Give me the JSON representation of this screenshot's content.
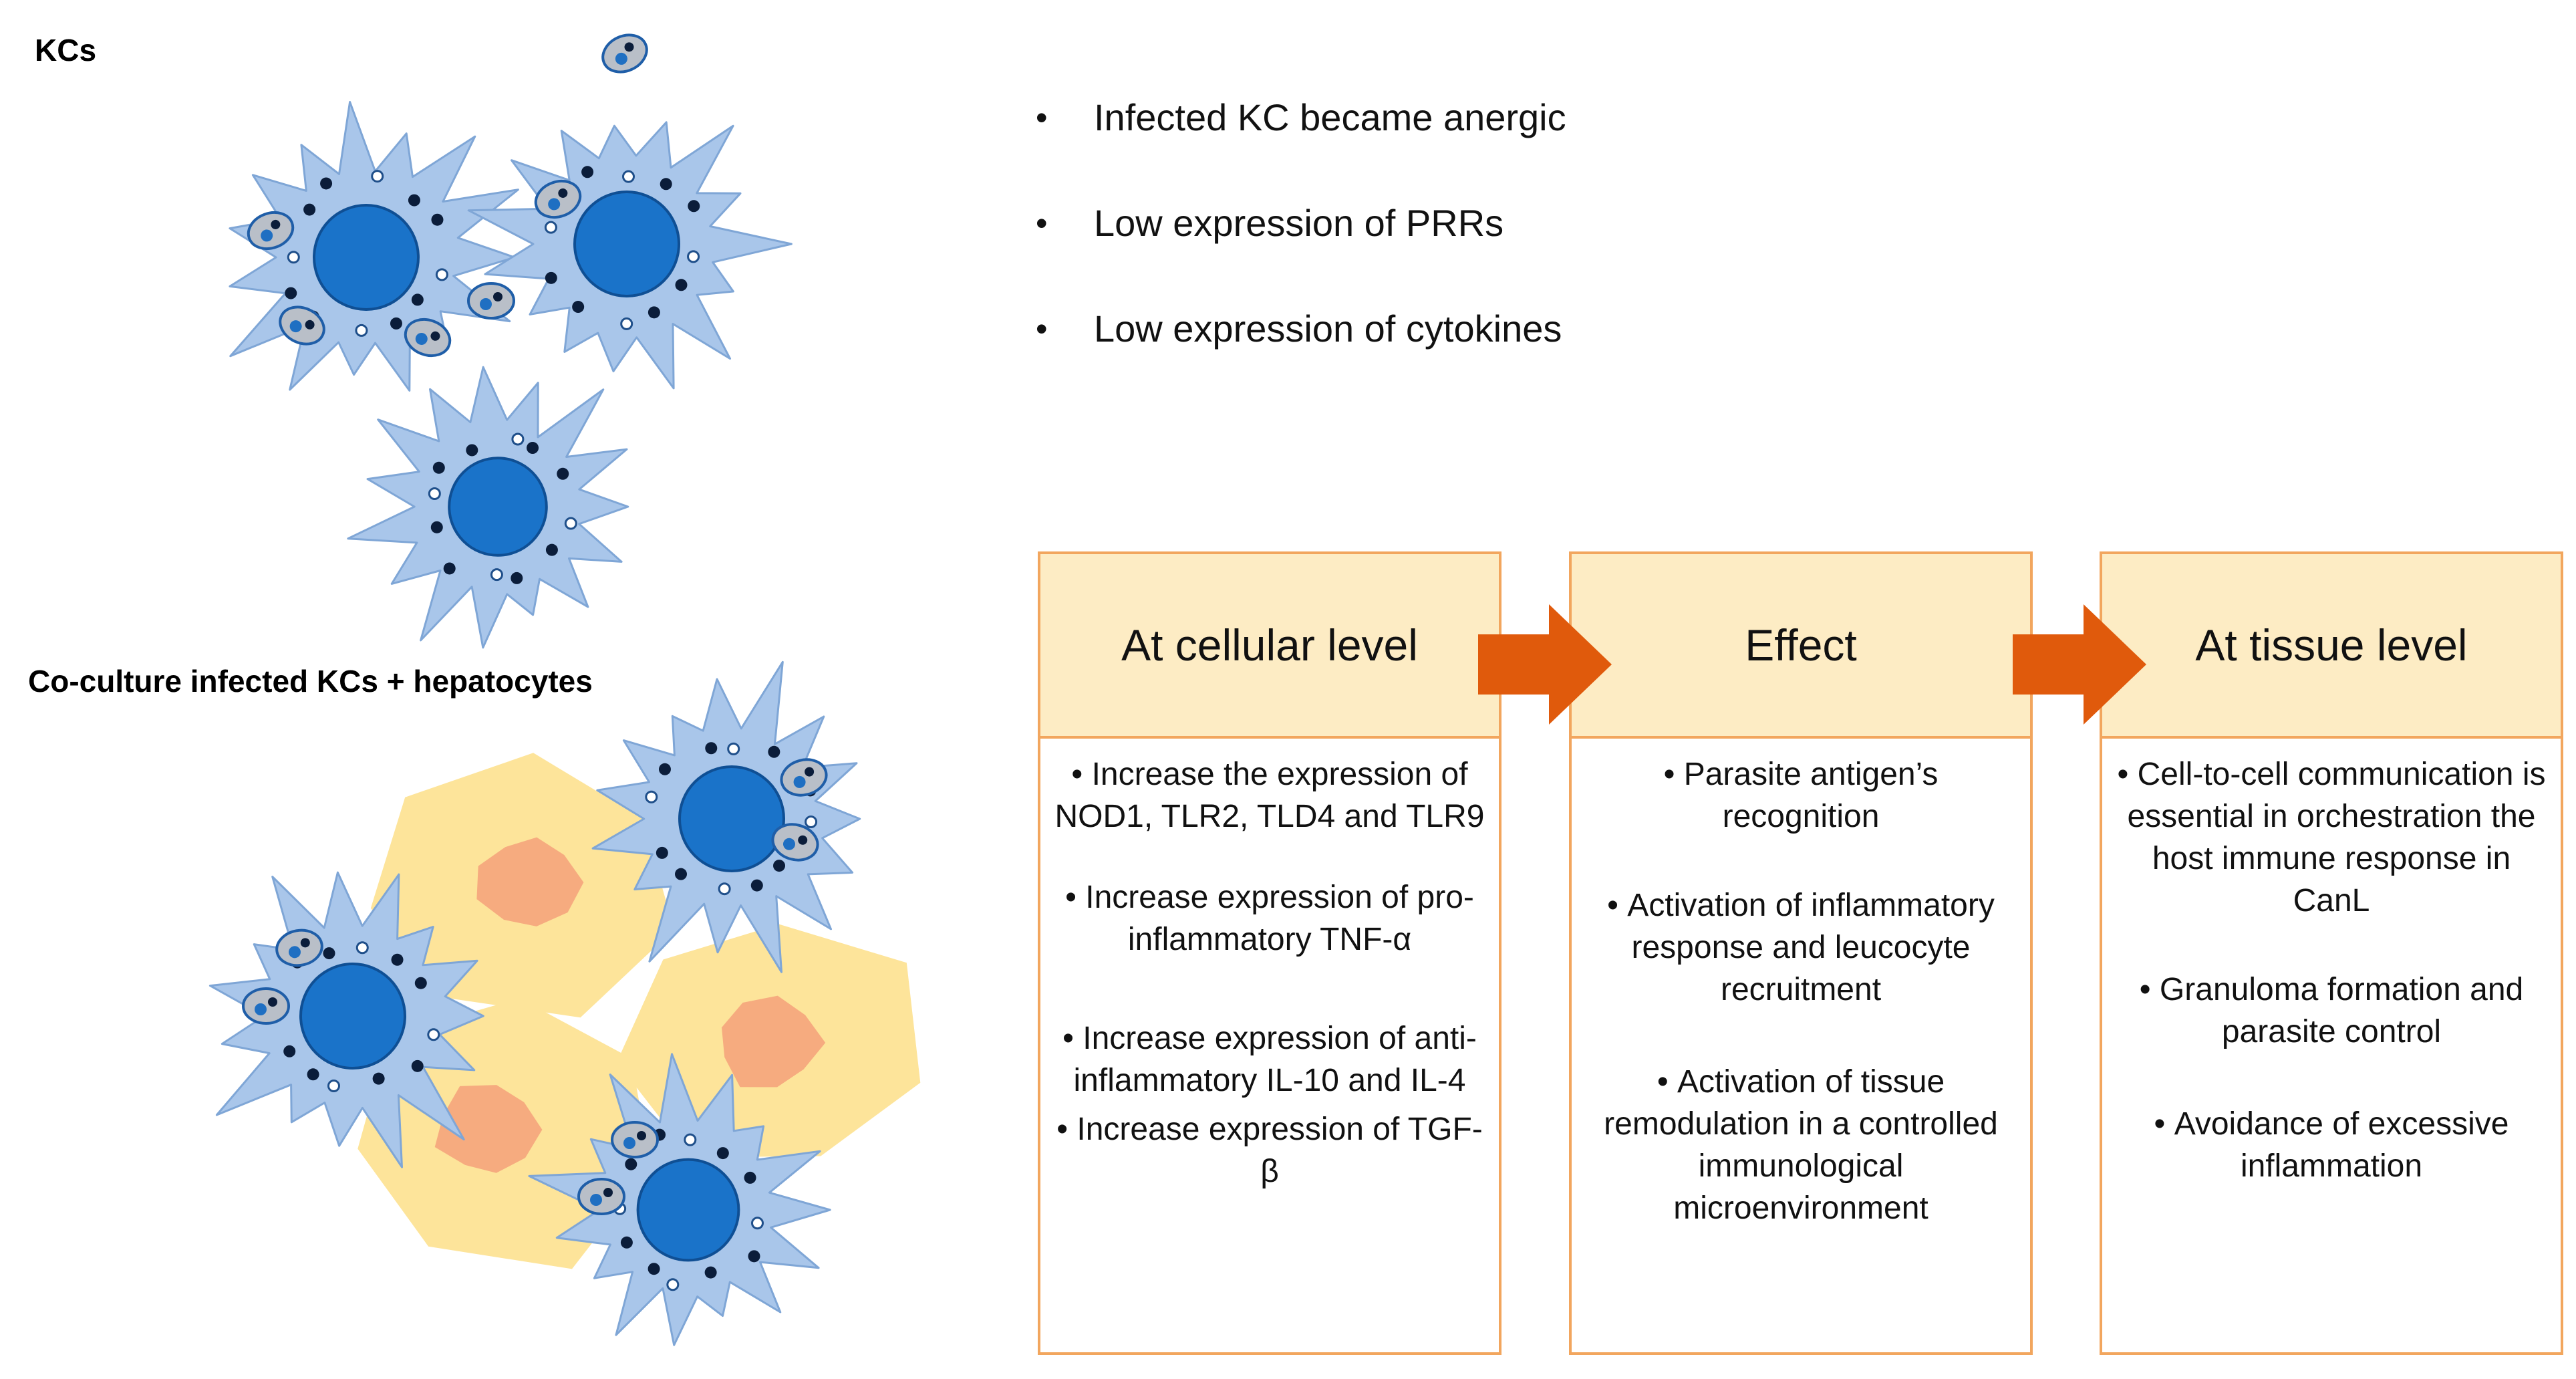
{
  "labels": {
    "top_panel": "KCs",
    "bottom_panel": "Co-culture infected KCs + hepatocytes"
  },
  "bullets": [
    "Infected KC became anergic",
    "Low expression of PRRs",
    "Low expression of cytokines"
  ],
  "flow": [
    {
      "title": "At cellular level",
      "items": [
        "Increase the expression of  NOD1, TLR2, TLD4 and TLR9",
        "Increase expression of pro-inflammatory TNF-α",
        "Increase expression of anti-inflammatory IL-10 and IL-4",
        "Increase expression of TGF-β"
      ]
    },
    {
      "title": "Effect",
      "items": [
        "Parasite antigen’s recognition",
        "Activation of inflammatory response and leucocyte recruitment",
        "Activation of tissue remodulation in a controlled immunological microenvironment"
      ]
    },
    {
      "title": "At tissue level",
      "items": [
        "Cell-to-cell communication is essential in orchestration the host immune response in CanL",
        "Granuloma formation and parasite control",
        "Avoidance of excessive inflammation"
      ]
    }
  ],
  "colors": {
    "cell_body": "#a9c6ea",
    "cell_outline": "#7fa6d6",
    "nucleus": "#1a73c9",
    "nucleus_outline": "#0f4f94",
    "hepatocyte": "#fde49a",
    "hepatocyte_nucleus": "#f6ab7f",
    "box_border": "#f2a65e",
    "box_header": "#fdecc4",
    "arrow": "#e05a0c"
  }
}
